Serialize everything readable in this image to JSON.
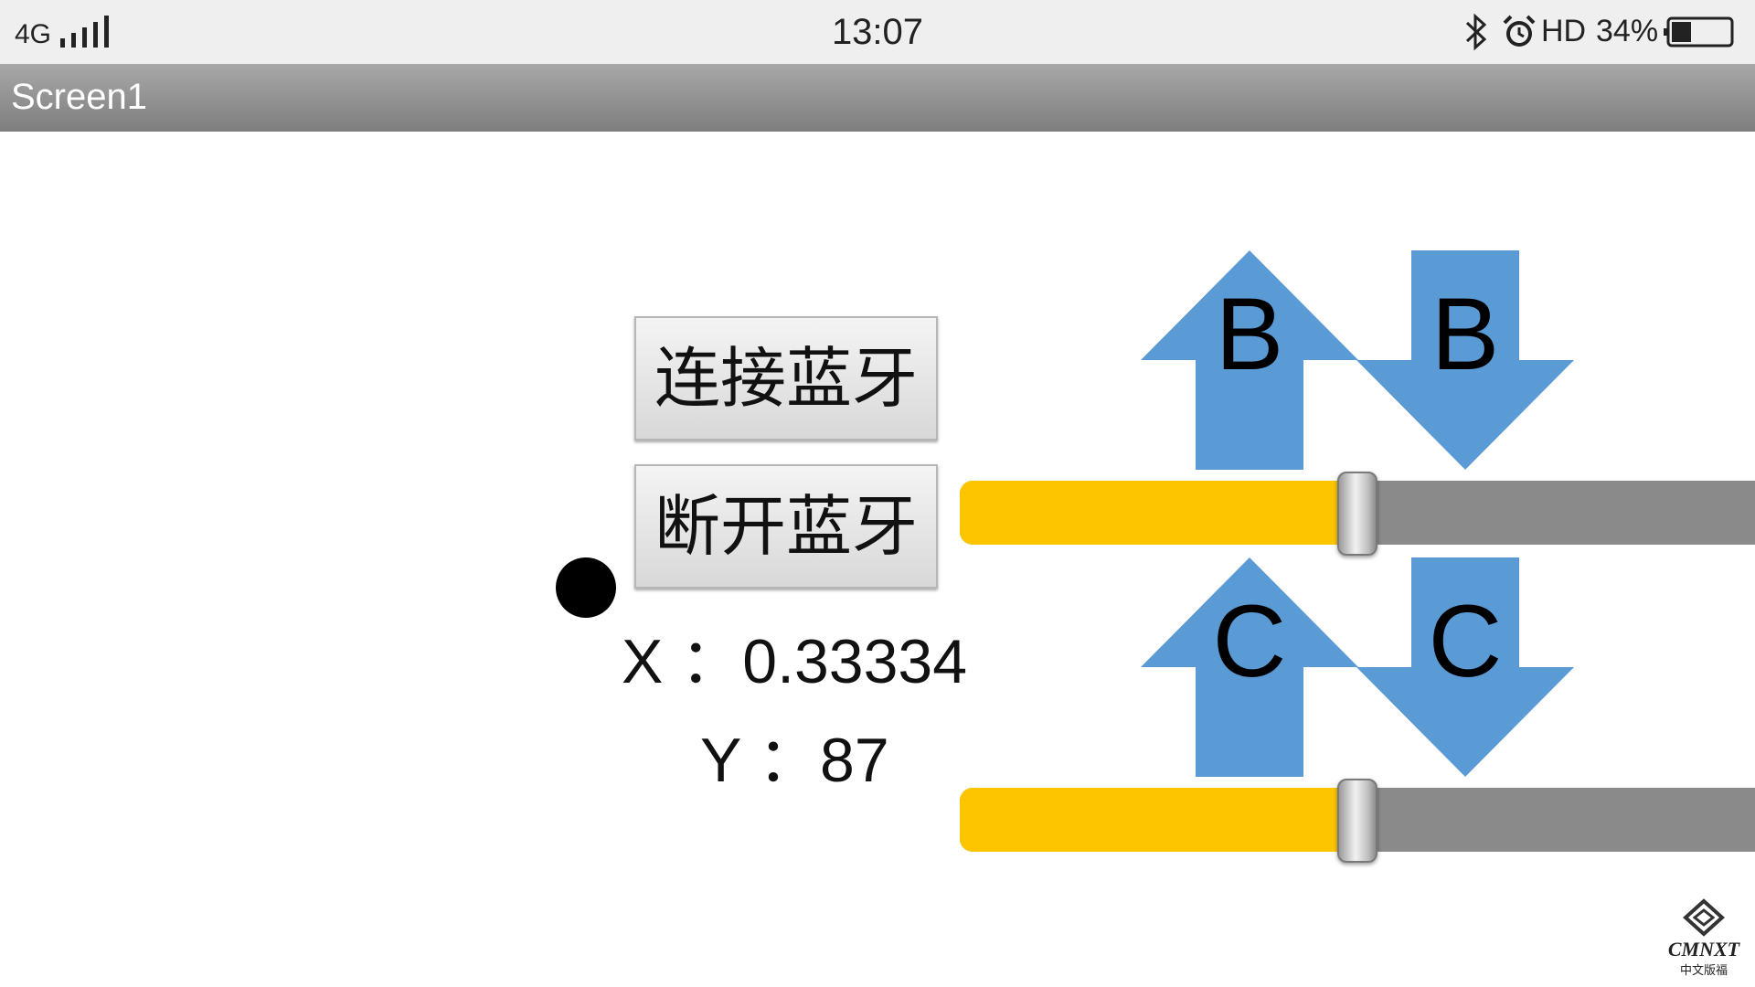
{
  "status_bar": {
    "network_type": "4G",
    "signal_icon": "signal-bars-icon",
    "time": "13:07",
    "bluetooth_icon": "bluetooth-icon",
    "alarm_icon": "alarm-clock-icon",
    "hd_label": "HD",
    "battery_percent": "34%",
    "battery_level": 0.34
  },
  "title_bar": {
    "title": "Screen1"
  },
  "buttons": {
    "connect_label": "连接蓝牙",
    "disconnect_label": "断开蓝牙"
  },
  "readouts": {
    "x_text": "X ：0.33334",
    "y_text": "Y ：87"
  },
  "arrows": {
    "b_up_label": "B",
    "b_down_label": "B",
    "c_up_label": "C",
    "c_down_label": "C"
  },
  "sliders": {
    "b_value": 0.5,
    "c_value": 0.5
  },
  "watermark": {
    "text": "CMNXT 中文版福"
  },
  "colors": {
    "arrow_blue": "#5b9bd5",
    "slider_fill": "#fcc500",
    "slider_track": "#8a8a8a",
    "title_bar": "#8e8e8e",
    "status_bar": "#efefef"
  }
}
